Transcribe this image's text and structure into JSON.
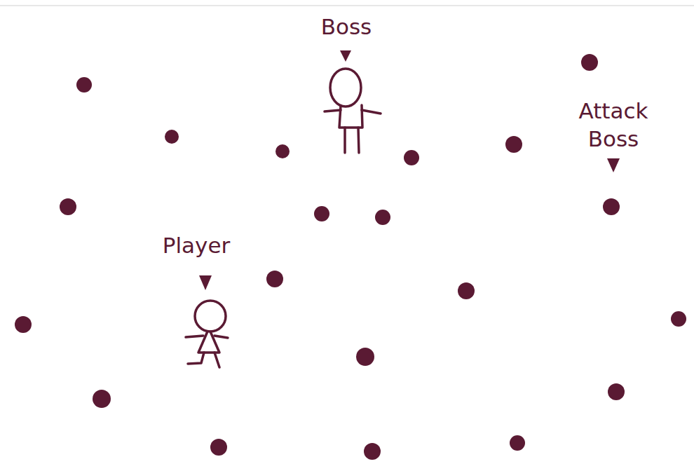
{
  "diagram": {
    "labels": [
      "Boss",
      "Player",
      "Attack Boss"
    ]
  }
}
